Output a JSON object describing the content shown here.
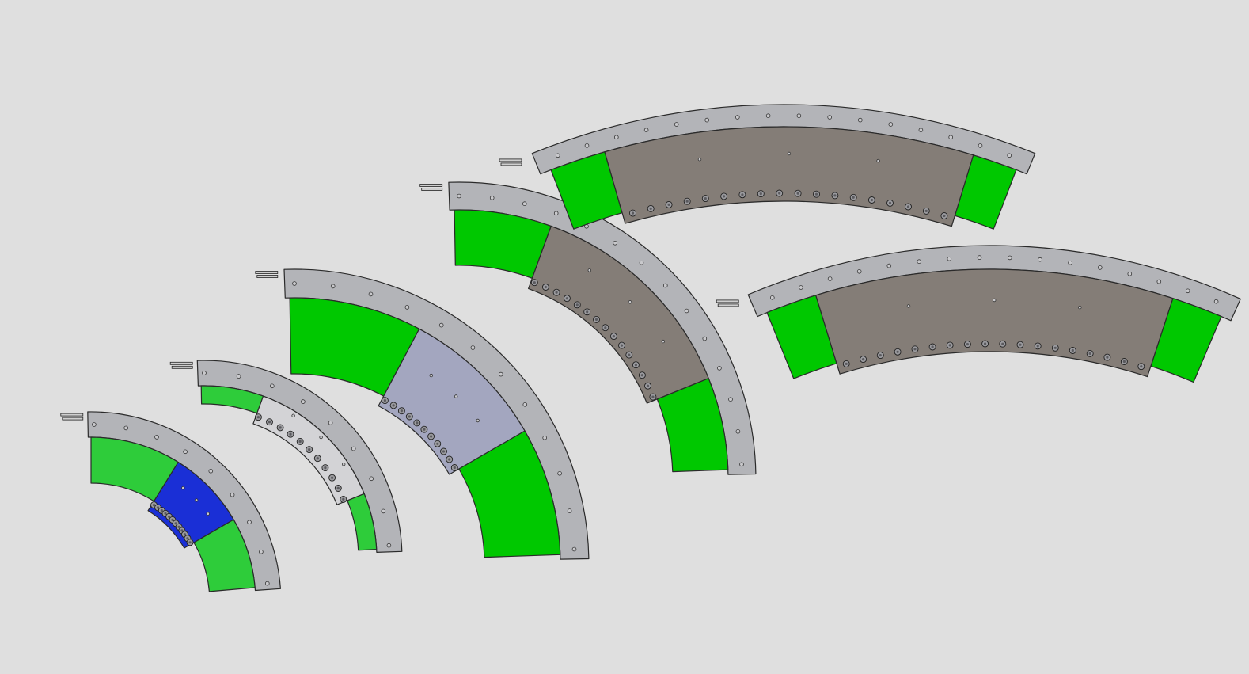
{
  "scene": {
    "background_color": "#dfdfdf",
    "frame_color": "#b3b4b8",
    "edge_color": "#2a2a2a",
    "segment_count": 6
  },
  "segments": [
    {
      "id": "segment-1",
      "center_plate_color": "#1a2fd6",
      "liner_color": "#2ecc3a",
      "bolt_count": 12,
      "rim_hole_count": 9
    },
    {
      "id": "segment-2",
      "center_plate_color": "#d3d3d6",
      "liner_color": "#2ecc3a",
      "bolt_count": 11,
      "rim_hole_count": 9
    },
    {
      "id": "segment-3",
      "center_plate_color": "#a3a6bf",
      "liner_color": "#00c800",
      "bolt_count": 11,
      "rim_hole_count": 12
    },
    {
      "id": "segment-4",
      "center_plate_color": "#847d77",
      "liner_color": "#00c800",
      "bolt_count": 15,
      "rim_hole_count": 14
    },
    {
      "id": "segment-5",
      "center_plate_color": "#847d77",
      "liner_color": "#00c800",
      "bolt_count": 18,
      "rim_hole_count": 16
    },
    {
      "id": "segment-6",
      "center_plate_color": "#847d77",
      "liner_color": "#00c800",
      "bolt_count": 18,
      "rim_hole_count": 16
    }
  ]
}
